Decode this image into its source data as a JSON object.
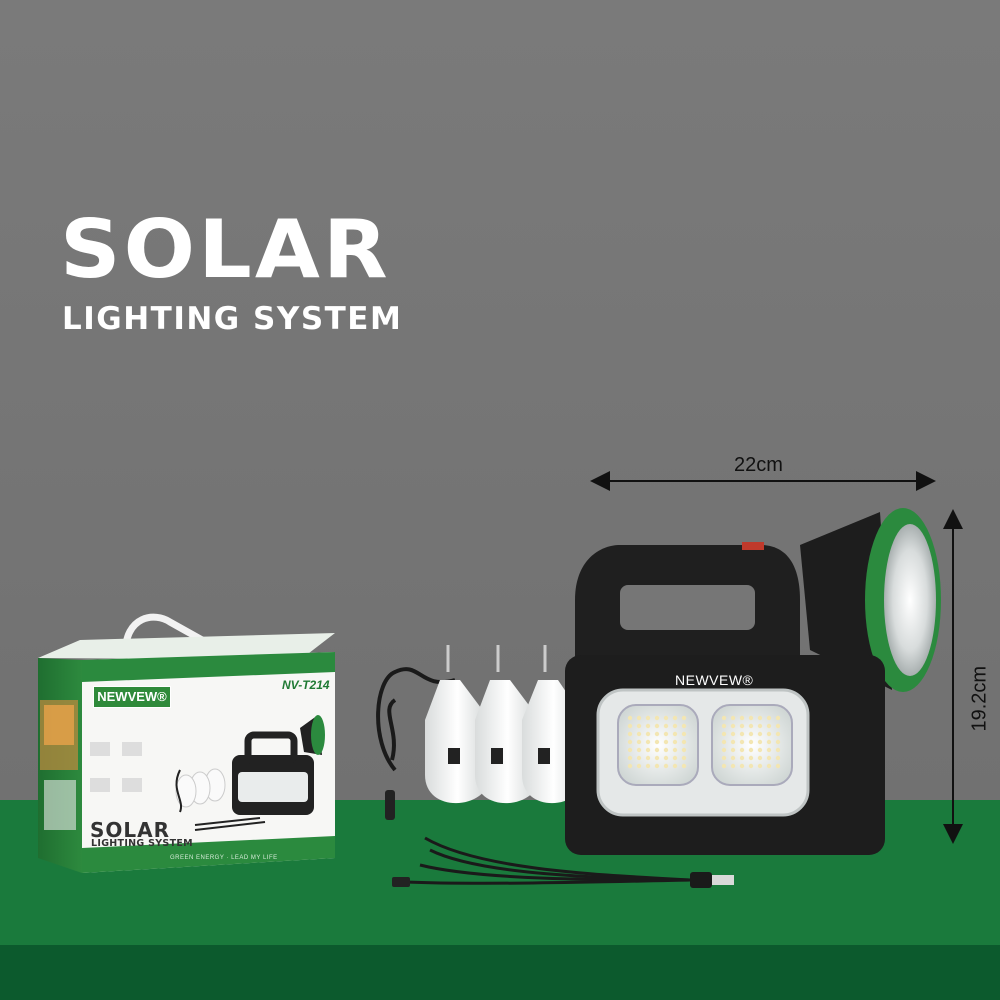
{
  "headline": {
    "title": "SOLAR",
    "subtitle": "LIGHTING SYSTEM"
  },
  "dimensions": {
    "width_label": "22cm",
    "height_label": "19.2cm"
  },
  "lamp": {
    "brand": "NEWVEW®"
  },
  "package": {
    "brand": "NEWVEW®",
    "model": "NV-T214",
    "title": "SOLAR",
    "subtitle": "LIGHTING SYSTEM",
    "slogan": "GREEN ENERGY · LEAD MY LIFE"
  },
  "colors": {
    "background_grey": "#767676",
    "floor_green": "#1a7a3c",
    "floor_dark": "#0c5a2d",
    "accent_green": "#2b8a3e",
    "text_white": "#ffffff"
  }
}
